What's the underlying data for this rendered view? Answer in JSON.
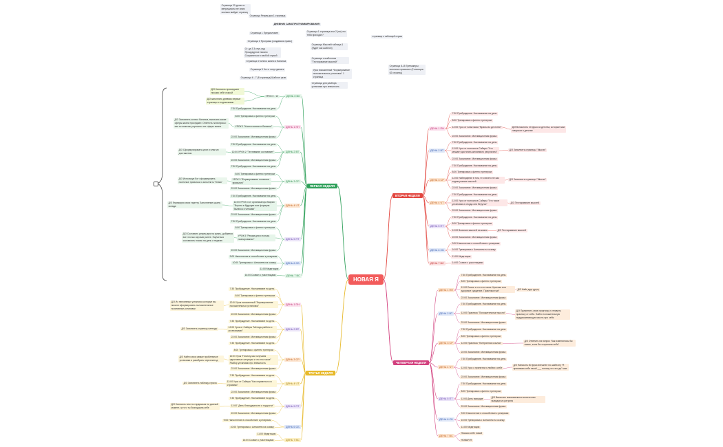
{
  "root": {
    "label": "НОВАЯ Я"
  },
  "top_notes": [
    "Страница 20 уроки от метрицикола не знаю сколько выйдет страниц",
    "Страница Режим дня 1 страница",
    "ДНЕВНИК САМОПРОГРАММИРОВАНИЯ",
    "Страница 1 Предисловие",
    "Страница 2 Програма (создавала право)",
    "Ст-ца 3 3 ступ-сад Процедурное писано Сохраниться в свобой страой",
    "Страница 4 Колесо жизни и баланса",
    "Страница 5 Что я хочу сделать",
    "Страница 6 - 7 (8 страница) Шаблон цели",
    "Страница 1 страница или 2 (на) что тебя приходят?",
    "Страница Мыслей таблица 1 (будет как шаблон)",
    "Страница с шаблоном \"Тестирование мыслей\"",
    "Урок письменный \"Формирование положительных установок\" 1 страница",
    "Страница для разбора установки про внешность",
    "страница с таблицей отраж",
    "Страница 8-15 Тренажеры полезных привычек (2 месяцев 62 страниц)"
  ],
  "weeks": {
    "w1": "ПЕРВАЯ НЕДЕЛЯ",
    "w2": "ВТОРАЯ НЕДЕЛЯ",
    "w3": "ТРЕТЬЯ НЕДЕЛЯ",
    "w4": "ЧЕТВЕРТАЯ НЕДЕЛЯ"
  },
  "w1_days": [
    "ДЕНЬ 0 ВС",
    "ДЕНЬ 1 ПН",
    "ДЕНЬ 2 ВТ",
    "ДЕНЬ 3 СР",
    "ДЕНЬ 4 ЧТ",
    "ДЕНЬ 5 ПТ",
    "ДЕНЬ 6 СБ",
    "ДЕНЬ 7 ВС"
  ],
  "w1_items": [
    "УРОК 0 . 12",
    "7:30 Пробуждение. Настаивание на день",
    "8:00 Тренировка с фитнес тренером",
    "УРОК 1 \"Колесо жизни и баланса\"",
    "22:00 Засыпание. Мотивационная фраза",
    "7:30 Пробуждение. Настаивание на день",
    "12:00 УРОК 2 \"Тестивание составляет\"",
    "22:00 Засыпание. Мотивационная фраза",
    "7:30 Пробуждение. Настаивание на день",
    "8:00 Тренировка с фитнес тренером",
    "УРОК 3 \"Формирование полезных привычек\"",
    "22:00 Засыпание. Мотивационная фраза",
    "7:30 Пробуждение. Настаивание на день",
    "12:00 УРОК 4 от организатора Марии \"Ворота в будущее или формула баланса и четкими\"",
    "22:00 Засыпание. Мотивационная фраза",
    "7:30 Пробуждение. Настаивание на день",
    "8:00 Тренировка с фитнес тренером",
    "УРОК 5 \"Режим дня и польза планирования\"",
    "22:00 Засыпание. Мотивационная фраза",
    "9:00 Наполнение в способствие к резервам",
    "10:00 Тренировка с Алексеем на осанку",
    "11:00 Медитация",
    "14:00 Созвон с участницами"
  ],
  "w1_hw": [
    "Д/З Написать прошедшее письмо себе старой",
    "Д/З заполнить дневник первые страницы с подсказками",
    "Д/З Заполнить колесо баланса, выписать какие сферы жизни проседают. Ответить на вопросы: как ты можешь улучшить эти сферы жизни",
    "Д/З Сформулировать цели и план их достижения",
    "Д/З Используя бот сформировать полезные привычки и заполнить \"бланк\"",
    "Д/З Формирую свою таргету. Заполнение шкалу склада",
    "Д/З Составить режим дня на жизнь, добавляя все что мы изучали ранее. Научиться составлять планы на день и неделю"
  ],
  "w2_days": [
    "ДЕНЬ 1 ПН",
    "ДЕНЬ 2 ВТ",
    "ДЕНЬ 3 СР",
    "ДЕНЬ 4 ЧТ",
    "ДЕНЬ 5 ПТ",
    "ДЕНЬ 6 СБ",
    "ДЕНЬ 7 ВС"
  ],
  "w2_items": [
    "7:30 Пробуждение. Настаивание на день",
    "8:00 Тренировка с фитнес тренером",
    "12:00 Урок от Анастасии \"Враны во дестстве\"",
    "22:00 Засыпание. Мотивационная фраза",
    "7:30 Пробуждение. Настаивание на день",
    "12:00 Урок от психолога Сайеры \"Что мешает достигать желаемого результата\"",
    "22:00 Засыпание. Мотивационная фраза",
    "7:30 Пробуждение. Настаивание на день",
    "8:00 Тренировка с фитнес тренером",
    "12:00 Наблюдение в том, что ничего не как ходим ровное мыслей",
    "22:00 Засыпание. Мотивационная фраза",
    "7:30 Пробуждение. Настаивание на день",
    "12:00 Урок от психолога Сайеры \"Что такое установки и откуда они берутся\"",
    "22:00 Засыпание. Мотивационная фраза",
    "7:30 Пробуждение. Настаивание на день",
    "8:00 Тренировка с фитнес тренером",
    "12:00 Влияние мыслей на жизнь",
    "22:00 Засыпание. Мотивационная фраза",
    "9:00 Наполнение в способствие к резервам",
    "10:00 Тренировка с Алексеем на осанку",
    "11:00 Медитация",
    "14:00 Созвон с участницами"
  ],
  "w2_hw": [
    "Д/З Вспомнить 10 фраз из детства, которые вам говорили в детстве",
    "Д/З Заполнить страницы \"Мысли\"",
    "Д/З Заполнить страницы \"Мысли\"",
    "Д/З Тестирование мыслей",
    "Д/З Тестирование мыслей"
  ],
  "w3_days": [
    "ДЕНЬ 1 ПН",
    "ДЕНЬ 2 ВТ",
    "ДЕНЬ 3 СР",
    "ДЕНЬ 4 ЧТ",
    "ДЕНЬ 5 ПТ",
    "ДЕНЬ 6 СБ",
    "ДЕНЬ 7 ВС"
  ],
  "w3_items": [
    "7:30 Пробуждение. Настаивание на день",
    "8:00 Тренировка с фитнес тренером",
    "12:00 Урок письменный \"Формирование положительных установок\"",
    "22:00 Засыпание. Мотивационная фраза",
    "7:30 Пробуждение. Настаивание на день",
    "12:00 Урок от Сайеры \"Методы работы с установками\"",
    "22:00 Засыпание. Мотивационная фраза",
    "7:30 Пробуждение. Настаивание на день",
    "8:00 Тренировка с фитнес тренером",
    "12:00 Урок \"Почему мы получаем однотипные ситуации и что это такое\" Разбор установки про внешность",
    "22:00 Засыпание. Мотивационная фраза",
    "7:30 Пробуждение. Настаивание на день",
    "12:00 Урок от Сайеры \"Как справиться со страхами\"",
    "22:00 Засыпание. Мотивационная фраза",
    "7:30 Пробуждение. Настаивание на день",
    "12:00 \"День благодарности и гордости\"",
    "22:00 Засыпание. Мотивационная фраза",
    "9:00 Наполнение в способствие к резервам",
    "10:00 Тренировка с Алексеем на осанку",
    "11:00 Медитация",
    "14:00 Созвон с участницами"
  ],
  "w3_hw": [
    "Д/З Из негативных установок которые вы писали сформировать положительные позитивные установки",
    "Д/З Заполнить страницы методы",
    "Д/З Найти свои самые проблемные установки и разобрать через метод",
    "Д/З Заполнить таблицу страха",
    "Д/З Написать чем ты гордишься на данный момент, за что ты благодарна себе"
  ],
  "w4_days": [
    "ДЕНЬ 1 ПН",
    "ДЕНЬ 2 ВТ",
    "ДЕНЬ 3 СР",
    "ДЕНЬ 4 ЧТ",
    "ДЕНЬ 5 ПТ",
    "ДЕНЬ 6 СБ",
    "ДЕНЬ 7 ВС"
  ],
  "w4_items": [
    "7:30 Пробуждение. Настаивание на день",
    "8:00 Тренировка с фитнес тренером",
    "12:00 Ешьте и что это такое. Критика или здоровое суждение. Практика ешё",
    "22:00 Засыпание. Мотивационная фраза",
    "7:30 Пробуждение. Настаивание на день",
    "12:00 Практика \"Положительные мысли\"",
    "22:00 Засыпание. Мотивационная фраза",
    "7:30 Пробуждение. Настаивание на день",
    "8:00 Тренировка с фитнес тренером",
    "12:00 Практика \"Потерянная ссылка\"",
    "22:00 Засыпание. Мотивационная фраза",
    "7:30 Пробуждение. Настаивание на день",
    "12:00 Урок о принятии и любви к себе",
    "22:00 Засыпание. Мотивационная фраза",
    "7:30 Пробуждение. Настаивание на день",
    "8:00 Тренировка с фитнес тренером",
    "12:00 День выводов",
    "22:00 Засыпание. Мотивационная фраза",
    "9:00 Наполнение в способствие к резервам",
    "10:00 Тренировка с Алексеем на осанку",
    "11:00 Медитация",
    "Письмо себе новой",
    "НОВАЯ Я"
  ],
  "w4_hw": [
    "Д/З Найт друг другу",
    "Д/З Применить свою практику и отпивать практику от себя. Найти положительную поддерживающую мысль про себя",
    "Д/З Ответить на вопрос \"Как изменилось бы жизнь, если бы я приняла себя\"",
    "Д/З Написать 30 фраз внешнее по шаблону \"Я принимаю себя такой ___ потому что это да\" мне",
    "Д/З Выписать максимальное количество выводов из ритрита"
  ],
  "colors": {
    "green": "#2fa05a",
    "red": "#e2463f",
    "yellow": "#e7b92a",
    "pink": "#d2407e",
    "root": "#f25b5b"
  }
}
